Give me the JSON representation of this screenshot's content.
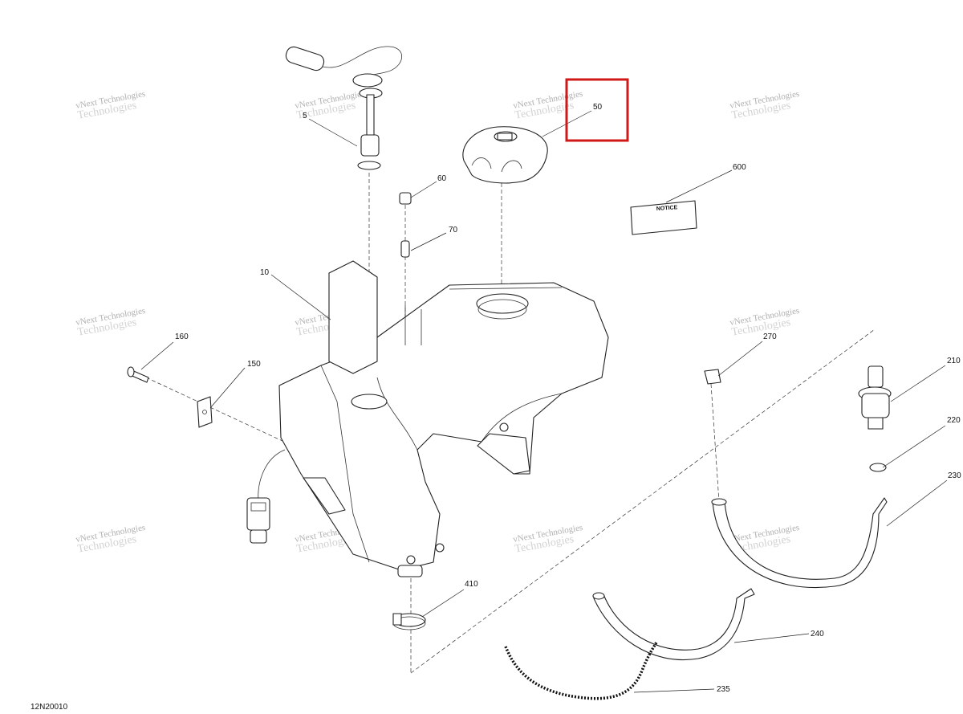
{
  "diagram": {
    "code": "12N20010",
    "watermark": {
      "line1": "vNext Technologies",
      "line2": "Technologies"
    },
    "highlighted_part": "50",
    "notice_label": "NOTICE",
    "parts": {
      "p5": "5",
      "p10": "10",
      "p50": "50",
      "p60": "60",
      "p70": "70",
      "p150": "150",
      "p160": "160",
      "p210": "210",
      "p220": "220",
      "p230": "230",
      "p235": "235",
      "p240": "240",
      "p270": "270",
      "p410": "410",
      "p600": "600"
    },
    "colors": {
      "highlight": "#d01818",
      "line": "#222222",
      "watermark": "#9a9a9a"
    }
  }
}
